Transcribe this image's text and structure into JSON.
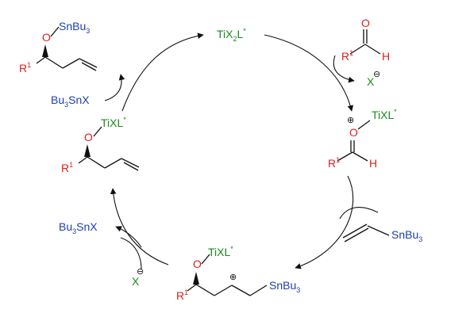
{
  "catalyst": {
    "ti": "TiX",
    "sub2": "2",
    "l": "L",
    "star": "*"
  },
  "aldehyde": {
    "o": "O",
    "r": "R",
    "sup1": "1",
    "h": "H"
  },
  "anion_out": {
    "x": "X",
    "charge": "⊖"
  },
  "activated_complex": {
    "plus": "⊕",
    "o": "O",
    "tixl": "TiXL",
    "star": "*",
    "r": "R",
    "sup1": "1",
    "h": "H"
  },
  "allylstannane": {
    "reagent": "SnBu",
    "sub3": "3"
  },
  "cation_intermediate": {
    "o": "O",
    "tixl": "TiXL",
    "star": "*",
    "r": "R",
    "sup1": "1",
    "plus": "⊕",
    "sn": "SnBu",
    "sub3": "3"
  },
  "anion_in": {
    "x": "X",
    "charge": "⊖"
  },
  "bu3snx_byproduct": {
    "bu": "Bu",
    "sub3": "3",
    "snx": "SnX"
  },
  "ti_alkoxide": {
    "o": "O",
    "tixl": "TiXL",
    "star": "*",
    "r": "R",
    "sup1": "1"
  },
  "bu3snx_reagent": {
    "bu": "Bu",
    "sub3": "3",
    "snx": "SnX"
  },
  "product": {
    "o": "O",
    "sn": "SnBu",
    "sub3": "3",
    "r": "R",
    "sup1": "1"
  }
}
